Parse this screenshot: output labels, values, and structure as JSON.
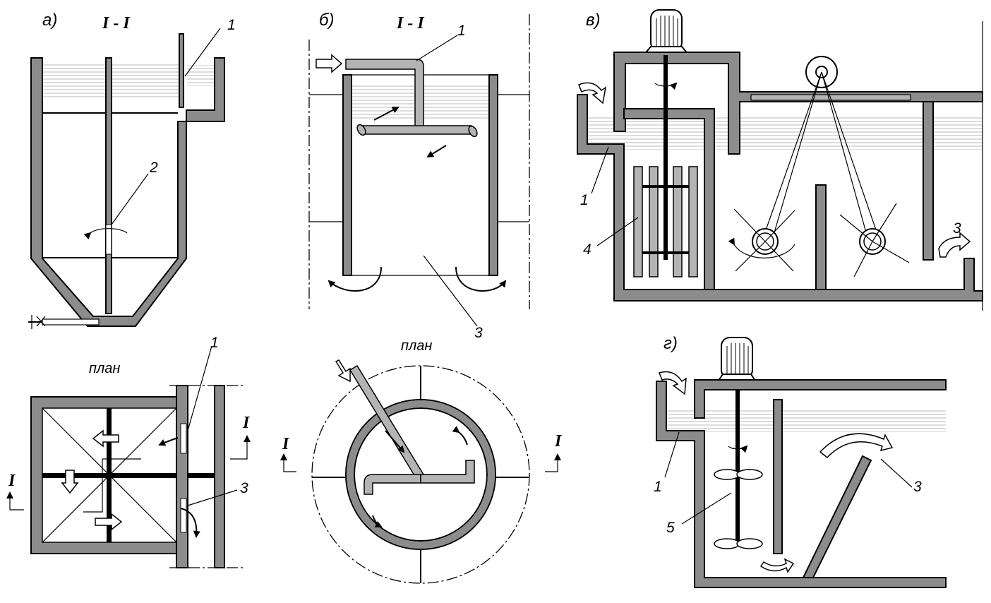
{
  "panels": {
    "a": {
      "label": "а)",
      "section": "I - I",
      "plan": "план",
      "callouts": [
        "1",
        "2",
        "1",
        "3"
      ],
      "section_marks": [
        "I",
        "I"
      ]
    },
    "b": {
      "label": "б)",
      "section": "I - I",
      "plan": "план",
      "callouts": [
        "1",
        "3"
      ],
      "section_marks": [
        "I",
        "I"
      ]
    },
    "v": {
      "label": "в)",
      "callouts": [
        "1",
        "4",
        "3"
      ]
    },
    "g": {
      "label": "г)",
      "callouts": [
        "1",
        "5",
        "3"
      ]
    }
  },
  "colors": {
    "wall": "#8c8c8c",
    "pipe": "#b4b4b4",
    "water_lines": "#9a9a9a"
  }
}
